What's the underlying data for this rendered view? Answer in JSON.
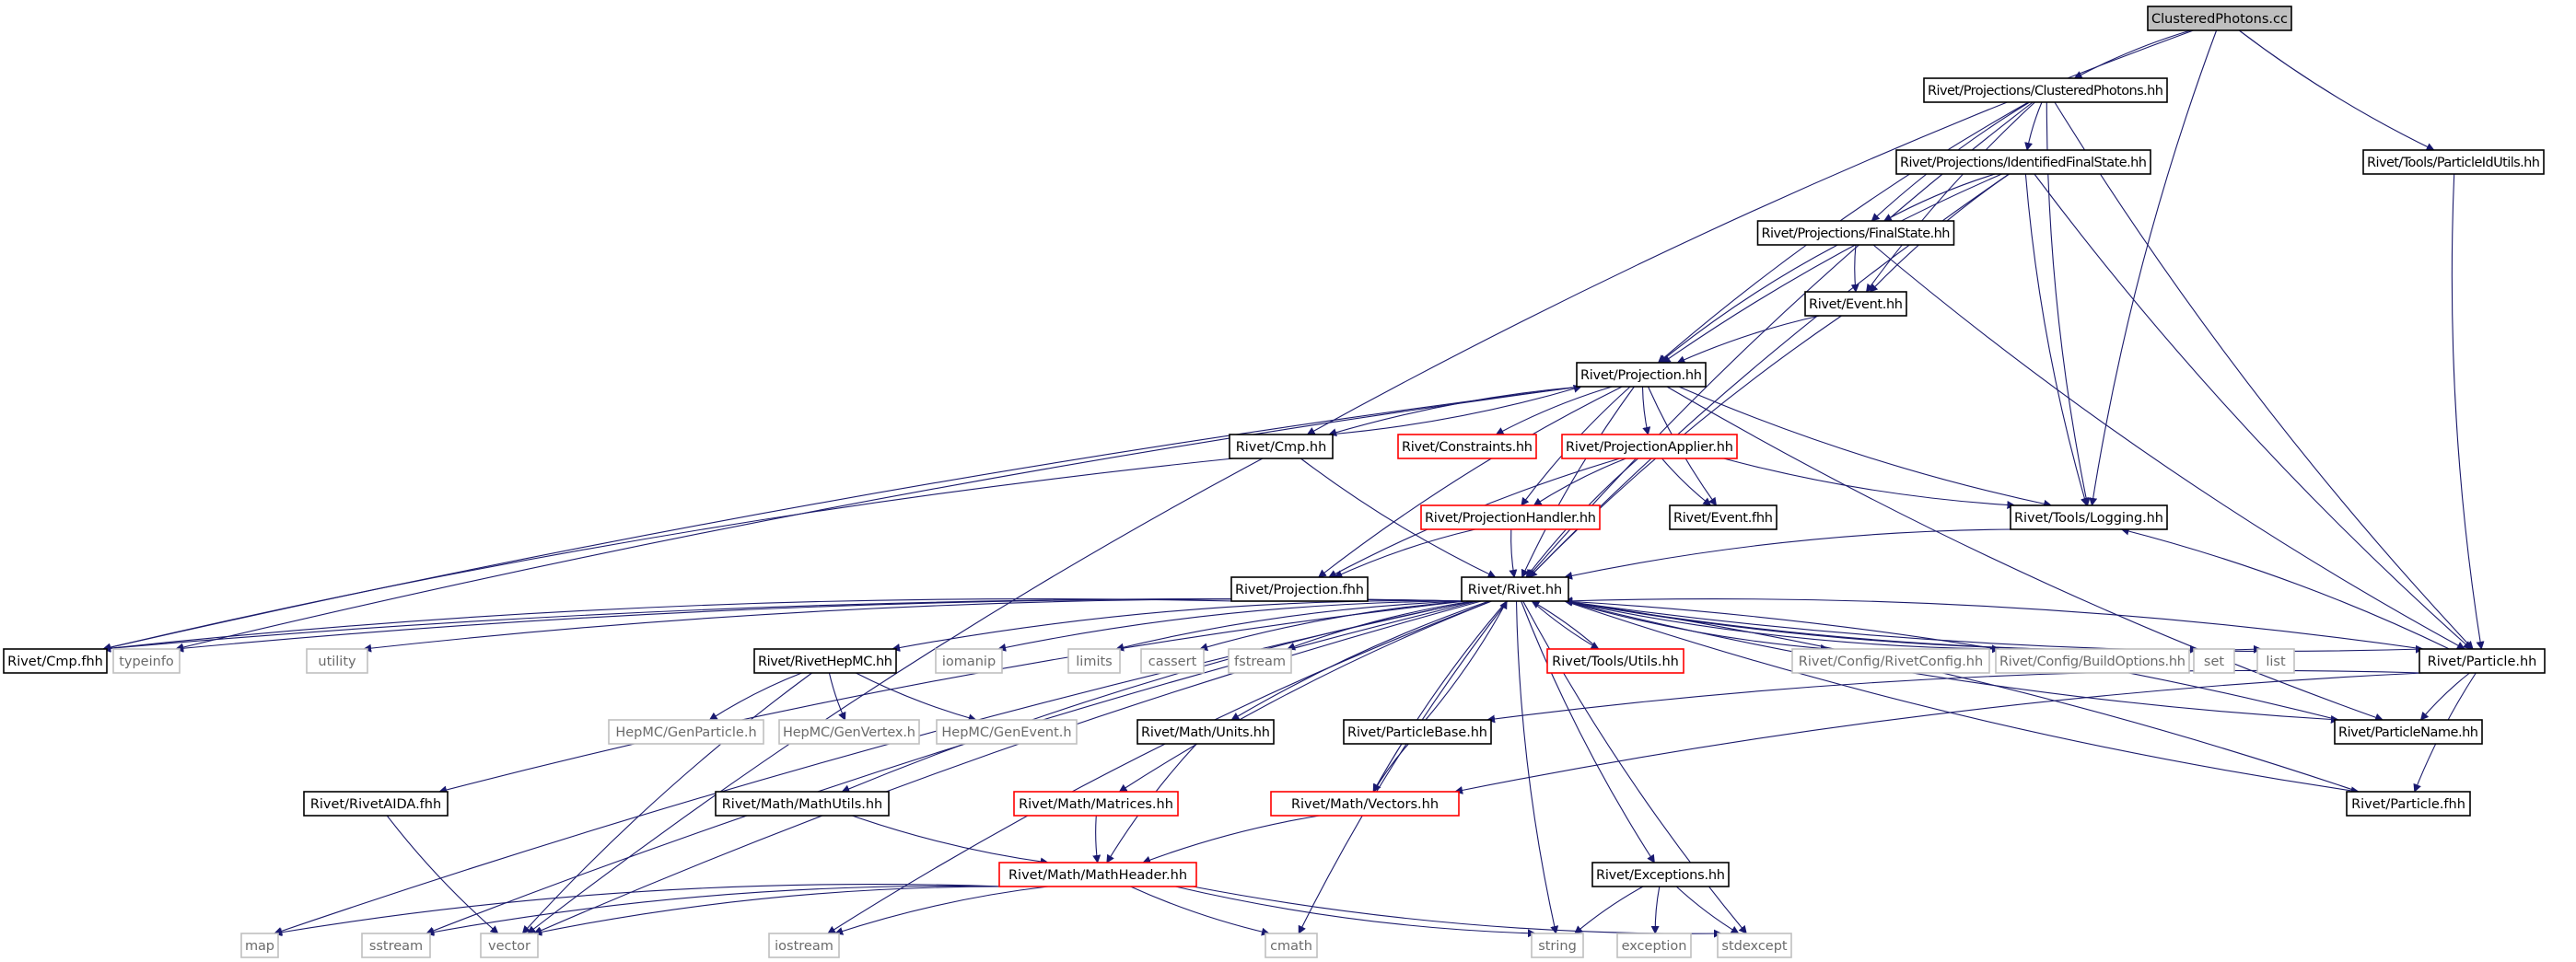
{
  "colors": {
    "edge": "#1a1a6b",
    "arrowhead": "#191970",
    "border_normal": "#000000",
    "border_truncated": "#ff0000",
    "border_system": "#bfbfbf",
    "root_fill": "#bfbfbf",
    "node_fill": "#ffffff"
  },
  "nodes": [
    {
      "id": "root",
      "label": "ClusteredPhotons.cc",
      "style": "root"
    },
    {
      "id": "clph",
      "label": "Rivet/Projections/ClusteredPhotons.hh",
      "style": "normal"
    },
    {
      "id": "pidu",
      "label": "Rivet/Tools/ParticleIdUtils.hh",
      "style": "normal"
    },
    {
      "id": "idfs",
      "label": "Rivet/Projections/IdentifiedFinalState.hh",
      "style": "normal"
    },
    {
      "id": "fs",
      "label": "Rivet/Projections/FinalState.hh",
      "style": "normal"
    },
    {
      "id": "event",
      "label": "Rivet/Event.hh",
      "style": "normal"
    },
    {
      "id": "proj",
      "label": "Rivet/Projection.hh",
      "style": "normal"
    },
    {
      "id": "cmp",
      "label": "Rivet/Cmp.hh",
      "style": "normal"
    },
    {
      "id": "constr",
      "label": "Rivet/Constraints.hh",
      "style": "truncated"
    },
    {
      "id": "papp",
      "label": "Rivet/ProjectionApplier.hh",
      "style": "truncated"
    },
    {
      "id": "phand",
      "label": "Rivet/ProjectionHandler.hh",
      "style": "truncated"
    },
    {
      "id": "eventf",
      "label": "Rivet/Event.fhh",
      "style": "normal"
    },
    {
      "id": "logging",
      "label": "Rivet/Tools/Logging.hh",
      "style": "normal"
    },
    {
      "id": "projf",
      "label": "Rivet/Projection.fhh",
      "style": "normal"
    },
    {
      "id": "rivet",
      "label": "Rivet/Rivet.hh",
      "style": "normal"
    },
    {
      "id": "cmpf",
      "label": "Rivet/Cmp.fhh",
      "style": "normal"
    },
    {
      "id": "typeinfo",
      "label": "typeinfo",
      "style": "system"
    },
    {
      "id": "utility",
      "label": "utility",
      "style": "system"
    },
    {
      "id": "hepmc",
      "label": "Rivet/RivetHepMC.hh",
      "style": "normal"
    },
    {
      "id": "iomanip",
      "label": "iomanip",
      "style": "system"
    },
    {
      "id": "limits",
      "label": "limits",
      "style": "system"
    },
    {
      "id": "cassert",
      "label": "cassert",
      "style": "system"
    },
    {
      "id": "fstream",
      "label": "fstream",
      "style": "system"
    },
    {
      "id": "utils",
      "label": "Rivet/Tools/Utils.hh",
      "style": "truncated"
    },
    {
      "id": "rconf",
      "label": "Rivet/Config/RivetConfig.hh",
      "style": "system"
    },
    {
      "id": "bopts",
      "label": "Rivet/Config/BuildOptions.hh",
      "style": "system"
    },
    {
      "id": "set",
      "label": "set",
      "style": "system"
    },
    {
      "id": "list",
      "label": "list",
      "style": "system"
    },
    {
      "id": "particle",
      "label": "Rivet/Particle.hh",
      "style": "normal"
    },
    {
      "id": "genpart",
      "label": "HepMC/GenParticle.h",
      "style": "system"
    },
    {
      "id": "genvert",
      "label": "HepMC/GenVertex.h",
      "style": "system"
    },
    {
      "id": "genevt",
      "label": "HepMC/GenEvent.h",
      "style": "system"
    },
    {
      "id": "units",
      "label": "Rivet/Math/Units.hh",
      "style": "normal"
    },
    {
      "id": "pbase",
      "label": "Rivet/ParticleBase.hh",
      "style": "normal"
    },
    {
      "id": "pname",
      "label": "Rivet/ParticleName.hh",
      "style": "normal"
    },
    {
      "id": "aidaf",
      "label": "Rivet/RivetAIDA.fhh",
      "style": "normal"
    },
    {
      "id": "mutils",
      "label": "Rivet/Math/MathUtils.hh",
      "style": "normal"
    },
    {
      "id": "matrices",
      "label": "Rivet/Math/Matrices.hh",
      "style": "truncated"
    },
    {
      "id": "vectors",
      "label": "Rivet/Math/Vectors.hh",
      "style": "truncated"
    },
    {
      "id": "particlef",
      "label": "Rivet/Particle.fhh",
      "style": "normal"
    },
    {
      "id": "mheader",
      "label": "Rivet/Math/MathHeader.hh",
      "style": "truncated"
    },
    {
      "id": "exc",
      "label": "Rivet/Exceptions.hh",
      "style": "normal"
    },
    {
      "id": "map",
      "label": "map",
      "style": "system"
    },
    {
      "id": "sstream",
      "label": "sstream",
      "style": "system"
    },
    {
      "id": "vector",
      "label": "vector",
      "style": "system"
    },
    {
      "id": "iostream",
      "label": "iostream",
      "style": "system"
    },
    {
      "id": "cmath",
      "label": "cmath",
      "style": "system"
    },
    {
      "id": "string",
      "label": "string",
      "style": "system"
    },
    {
      "id": "exception",
      "label": "exception",
      "style": "system"
    },
    {
      "id": "stdexcept",
      "label": "stdexcept",
      "style": "system"
    }
  ],
  "edges": [
    [
      "root",
      "clph"
    ],
    [
      "root",
      "pidu"
    ],
    [
      "root",
      "cmp"
    ],
    [
      "root",
      "logging"
    ],
    [
      "clph",
      "idfs"
    ],
    [
      "clph",
      "fs"
    ],
    [
      "clph",
      "event"
    ],
    [
      "clph",
      "proj"
    ],
    [
      "clph",
      "logging"
    ],
    [
      "clph",
      "particle"
    ],
    [
      "clph",
      "rivet"
    ],
    [
      "pidu",
      "particle"
    ],
    [
      "idfs",
      "fs"
    ],
    [
      "idfs",
      "event"
    ],
    [
      "idfs",
      "proj"
    ],
    [
      "idfs",
      "logging"
    ],
    [
      "idfs",
      "rivet"
    ],
    [
      "idfs",
      "particle"
    ],
    [
      "fs",
      "event"
    ],
    [
      "fs",
      "proj"
    ],
    [
      "fs",
      "particle"
    ],
    [
      "event",
      "proj"
    ],
    [
      "event",
      "rivet"
    ],
    [
      "proj",
      "cmp"
    ],
    [
      "proj",
      "constr"
    ],
    [
      "proj",
      "papp"
    ],
    [
      "proj",
      "phand"
    ],
    [
      "proj",
      "eventf"
    ],
    [
      "proj",
      "logging"
    ],
    [
      "proj",
      "projf"
    ],
    [
      "proj",
      "rivet"
    ],
    [
      "proj",
      "cmpf"
    ],
    [
      "proj",
      "typeinfo"
    ],
    [
      "proj",
      "pname"
    ],
    [
      "cmp",
      "proj"
    ],
    [
      "cmp",
      "rivet"
    ],
    [
      "cmp",
      "cmpf"
    ],
    [
      "cmp",
      "vector"
    ],
    [
      "papp",
      "phand"
    ],
    [
      "papp",
      "eventf"
    ],
    [
      "papp",
      "logging"
    ],
    [
      "papp",
      "rivet"
    ],
    [
      "papp",
      "projf"
    ],
    [
      "phand",
      "rivet"
    ],
    [
      "phand",
      "projf"
    ],
    [
      "logging",
      "rivet"
    ],
    [
      "projf",
      "cmpf"
    ],
    [
      "rivet",
      "cmpf"
    ],
    [
      "rivet",
      "typeinfo"
    ],
    [
      "rivet",
      "utility"
    ],
    [
      "rivet",
      "hepmc"
    ],
    [
      "rivet",
      "iomanip"
    ],
    [
      "rivet",
      "limits"
    ],
    [
      "rivet",
      "cassert"
    ],
    [
      "rivet",
      "fstream"
    ],
    [
      "rivet",
      "utils"
    ],
    [
      "rivet",
      "rconf"
    ],
    [
      "rivet",
      "bopts"
    ],
    [
      "rivet",
      "set"
    ],
    [
      "rivet",
      "list"
    ],
    [
      "rivet",
      "particle"
    ],
    [
      "rivet",
      "pname"
    ],
    [
      "rivet",
      "particlef"
    ],
    [
      "rivet",
      "units"
    ],
    [
      "rivet",
      "matrices"
    ],
    [
      "rivet",
      "vectors"
    ],
    [
      "rivet",
      "exc"
    ],
    [
      "rivet",
      "aidaf"
    ],
    [
      "rivet",
      "mutils"
    ],
    [
      "rivet",
      "map"
    ],
    [
      "rivet",
      "sstream"
    ],
    [
      "rivet",
      "vector"
    ],
    [
      "rivet",
      "iostream"
    ],
    [
      "rivet",
      "cmath"
    ],
    [
      "rivet",
      "string"
    ],
    [
      "rivet",
      "stdexcept"
    ],
    [
      "utils",
      "rivet"
    ],
    [
      "particle",
      "rivet"
    ],
    [
      "particle",
      "logging"
    ],
    [
      "particle",
      "pbase"
    ],
    [
      "particle",
      "pname"
    ],
    [
      "particle",
      "particlef"
    ],
    [
      "particle",
      "vectors"
    ],
    [
      "pname",
      "rivet"
    ],
    [
      "particlef",
      "rivet"
    ],
    [
      "pbase",
      "rivet"
    ],
    [
      "pbase",
      "vectors"
    ],
    [
      "hepmc",
      "genpart"
    ],
    [
      "hepmc",
      "genvert"
    ],
    [
      "hepmc",
      "genevt"
    ],
    [
      "hepmc",
      "vector"
    ],
    [
      "units",
      "mheader"
    ],
    [
      "matrices",
      "mheader"
    ],
    [
      "vectors",
      "mheader"
    ],
    [
      "mutils",
      "mheader"
    ],
    [
      "aidaf",
      "vector"
    ],
    [
      "mheader",
      "map"
    ],
    [
      "mheader",
      "sstream"
    ],
    [
      "mheader",
      "vector"
    ],
    [
      "mheader",
      "iostream"
    ],
    [
      "mheader",
      "cmath"
    ],
    [
      "mheader",
      "string"
    ],
    [
      "mheader",
      "stdexcept"
    ],
    [
      "exc",
      "string"
    ],
    [
      "exc",
      "exception"
    ],
    [
      "exc",
      "stdexcept"
    ]
  ]
}
